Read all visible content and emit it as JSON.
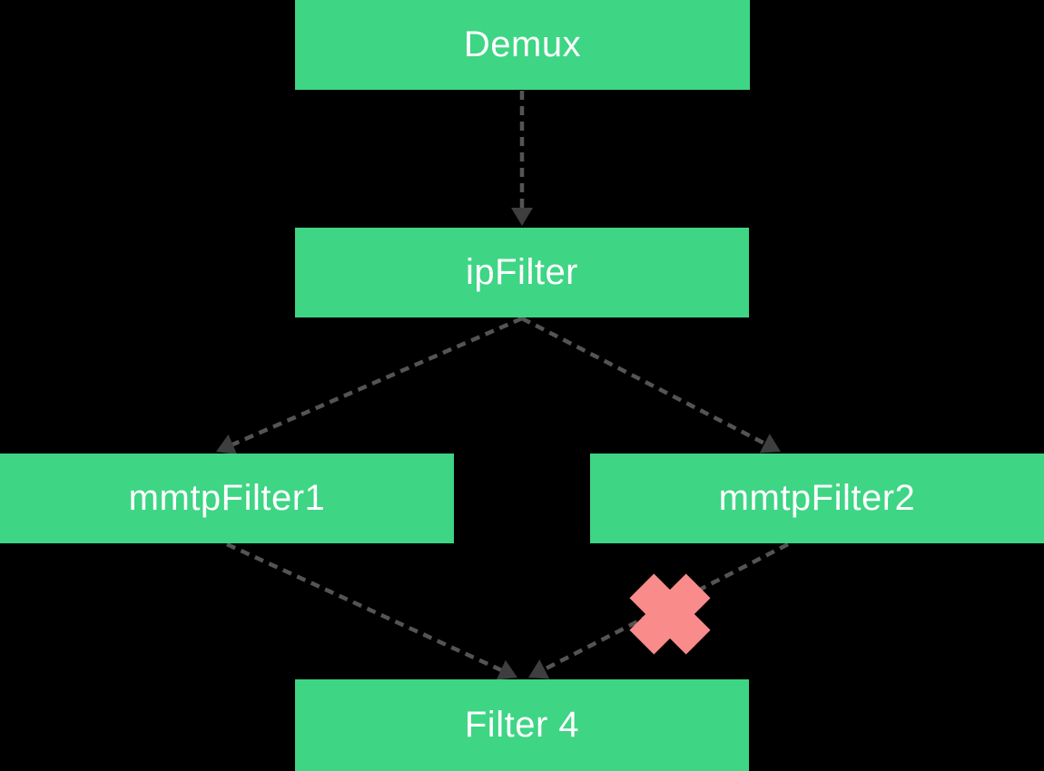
{
  "diagram": {
    "type": "flow-diagram",
    "colors": {
      "background": "#000000",
      "node_fill": "#3ED584",
      "node_text": "#FFFFFF",
      "edge": "#545454",
      "arrowhead": "#3E3E3E",
      "blocked_x": "#F98B8B"
    },
    "nodes": [
      {
        "id": "demux",
        "label": "Demux"
      },
      {
        "id": "ipFilter",
        "label": "ipFilter"
      },
      {
        "id": "mmtpFilter1",
        "label": "mmtpFilter1"
      },
      {
        "id": "mmtpFilter2",
        "label": "mmtpFilter2"
      },
      {
        "id": "filter4",
        "label": "Filter 4"
      }
    ],
    "edges": [
      {
        "from": "demux",
        "to": "ipFilter",
        "style": "dashed",
        "blocked": false
      },
      {
        "from": "ipFilter",
        "to": "mmtpFilter1",
        "style": "dashed",
        "blocked": false
      },
      {
        "from": "ipFilter",
        "to": "mmtpFilter2",
        "style": "dashed",
        "blocked": false
      },
      {
        "from": "mmtpFilter1",
        "to": "filter4",
        "style": "dashed",
        "blocked": false
      },
      {
        "from": "mmtpFilter2",
        "to": "filter4",
        "style": "dashed",
        "blocked": true
      }
    ]
  }
}
